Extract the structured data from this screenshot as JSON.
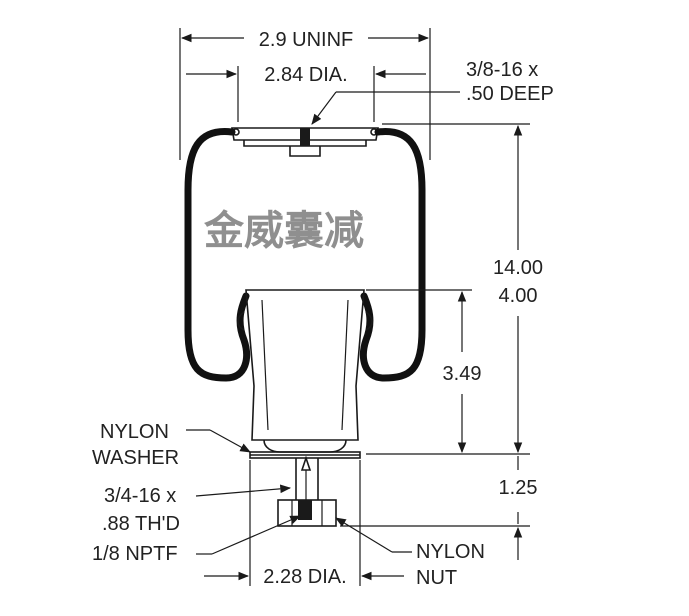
{
  "watermark": "金威囊减",
  "dimensions": {
    "top_width": "2.9 UNINF",
    "top_diameter": "2.84 DIA.",
    "top_thread_line1": "3/8-16 x",
    "top_thread_line2": ".50 DEEP",
    "overall_height": "14.00",
    "min_height": "4.00",
    "piston_height": "3.49",
    "stud_length": "1.25",
    "bottom_diameter": "2.28 DIA."
  },
  "callouts": {
    "nylon_washer_line1": "NYLON",
    "nylon_washer_line2": "WASHER",
    "stud_thread_line1": "3/4-16 x",
    "stud_thread_line2": ".88 TH'D",
    "port": "1/8 NPTF",
    "nylon_nut_line1": "NYLON",
    "nylon_nut_line2": "NUT"
  }
}
